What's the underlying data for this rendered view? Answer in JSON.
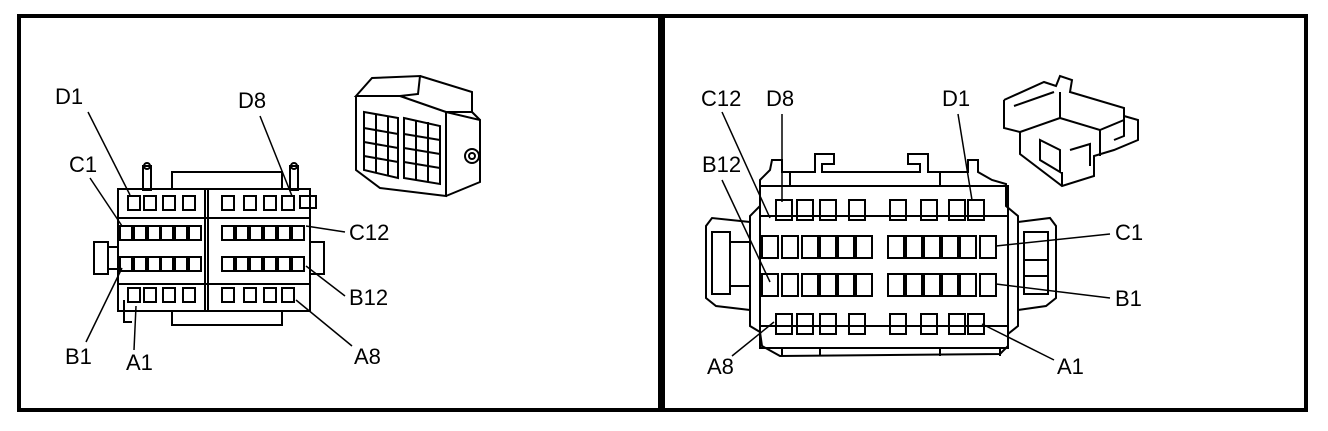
{
  "left_view": {
    "labels": {
      "d1": "D1",
      "d8": "D8",
      "c1": "C1",
      "c12": "C12",
      "b1": "B1",
      "b12": "B12",
      "a1": "A1",
      "a8": "A8"
    }
  },
  "right_view": {
    "labels": {
      "c12": "C12",
      "d8": "D8",
      "d1": "D1",
      "b12": "B12",
      "c1": "C1",
      "b1": "B1",
      "a8": "A8",
      "a1": "A1"
    }
  }
}
